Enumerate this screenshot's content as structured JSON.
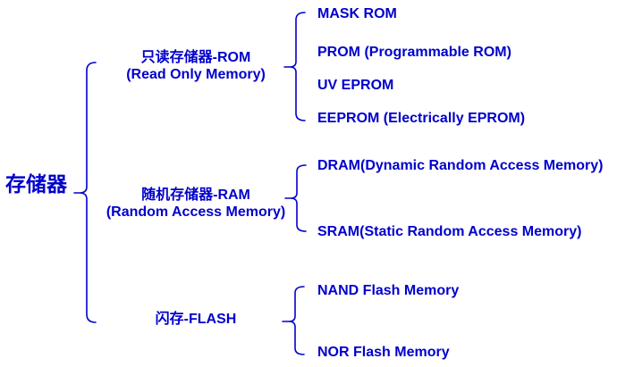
{
  "colors": {
    "ink": "#0000CC",
    "background": "#FFFFFF"
  },
  "tree": {
    "root": "存储器",
    "branches": [
      {
        "label_cn": "只读存储器-ROM",
        "label_en": "(Read Only Memory)",
        "leaves": [
          "MASK ROM",
          "PROM (Programmable ROM)",
          "UV EPROM",
          "EEPROM (Electrically EPROM)"
        ]
      },
      {
        "label_cn": "随机存储器-RAM",
        "label_en": "(Random Access Memory)",
        "leaves": [
          "DRAM(Dynamic Random Access Memory)",
          "SRAM(Static Random Access Memory)"
        ]
      },
      {
        "label_cn": "闪存-FLASH",
        "label_en": "",
        "leaves": [
          "NAND Flash Memory",
          "NOR Flash Memory"
        ]
      }
    ]
  }
}
